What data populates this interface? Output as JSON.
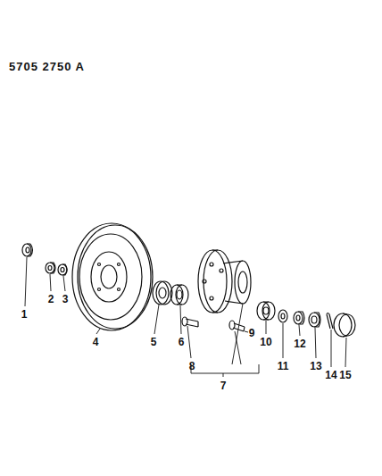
{
  "diagram": {
    "labels": [
      "5705 2750 A",
      "1",
      "2",
      "3",
      "4",
      "5",
      "6",
      "7",
      "8",
      "9",
      "10",
      "11",
      "12",
      "13",
      "14",
      "15"
    ]
  }
}
